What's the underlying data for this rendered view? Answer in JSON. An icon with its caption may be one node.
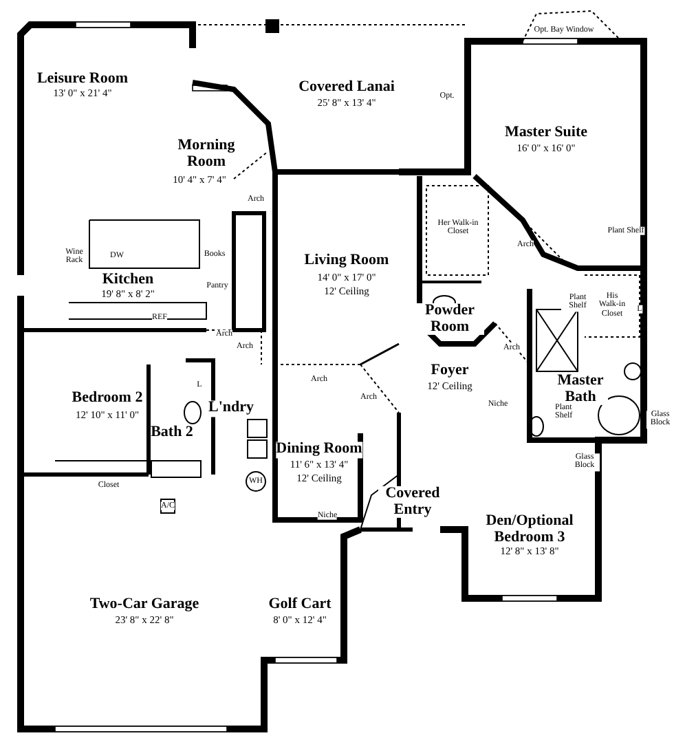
{
  "diagram": {
    "labels": [
      "Opt. Bay Window",
      "Leisure Room",
      "13' 0\" x 21' 4\"",
      "Covered Lanai",
      "25' 8\" x 13' 4\"",
      "Opt.",
      "Master Suite",
      "16' 0\" x 16' 0\"",
      "Morning Room",
      "10' 4\" x 7' 4\"",
      "Arch",
      "Her Walk-in Closet",
      "Arch",
      "Plant Shelf",
      "His Walk-in Closet",
      "Wine Rack",
      "DW",
      "Books",
      "Living Room",
      "14' 0\" x 17' 0\"",
      "12' Ceiling",
      "Pantry",
      "Kitchen",
      "19' 8\" x 8' 2\"",
      "Plant Shelf",
      "L",
      "Powder Room",
      "REF",
      "Arch",
      "Arch",
      "Arch",
      "Arch",
      "Foyer",
      "12' Ceiling",
      "Arch",
      "L",
      "Bedroom 2",
      "12' 10\" x 11' 0\"",
      "L'ndry",
      "Master Bath",
      "Niche",
      "Plant Shelf",
      "Bath 2",
      "Glass Block",
      "Dining Room",
      "11' 6\" x 13' 4\"",
      "12' Ceiling",
      "Closet",
      "WH",
      "Glass Block",
      "A/C",
      "Covered Entry",
      "Niche",
      "Den/Optional Bedroom 3",
      "12' 8\" x 13' 8\"",
      "Two-Car Garage",
      "23' 8\" x 22' 8\"",
      "Golf Cart",
      "8' 0\" x 12' 4\""
    ]
  }
}
